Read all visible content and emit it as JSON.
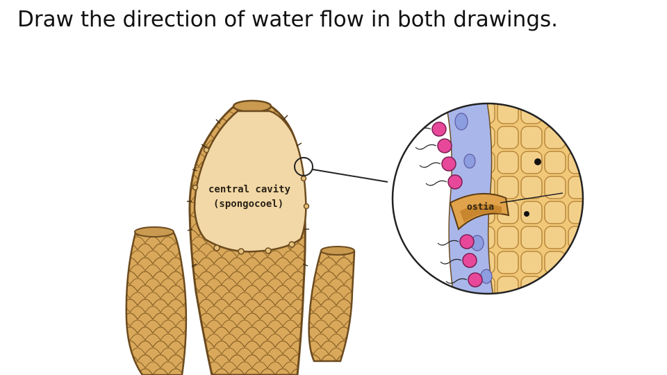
{
  "slide": {
    "title": "Draw the direction of water flow in both drawings."
  },
  "diagram": {
    "labels": {
      "central_cavity_line1": "central cavity",
      "central_cavity_line2": "(spongocoel)",
      "ostia": "ostia"
    },
    "colors": {
      "sponge_body": "#d9a85a",
      "sponge_cavity": "#f2d8a6",
      "sponge_outline": "#6b4a1e",
      "collar_cells": "#e8489a",
      "mesohyl": "#a9b6ea"
    }
  }
}
